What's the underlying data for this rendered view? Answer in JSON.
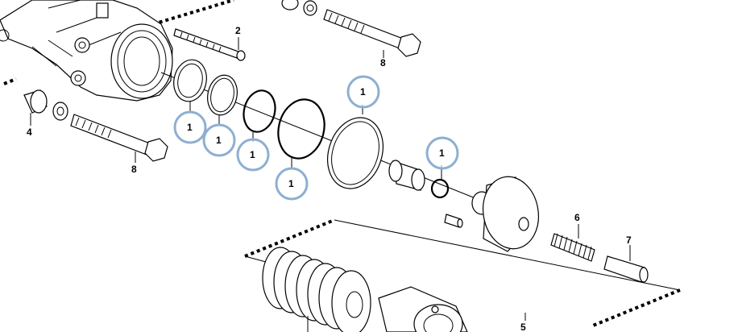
{
  "diagram": {
    "part_labels": [
      "2",
      "8",
      "4",
      "8",
      "6",
      "7",
      "5"
    ],
    "callout_labels": [
      "1",
      "1",
      "1",
      "1",
      "1",
      "1"
    ],
    "colors": {
      "callout_ring": "#8eafd2",
      "line": "#000000",
      "background": "#ffffff"
    }
  }
}
